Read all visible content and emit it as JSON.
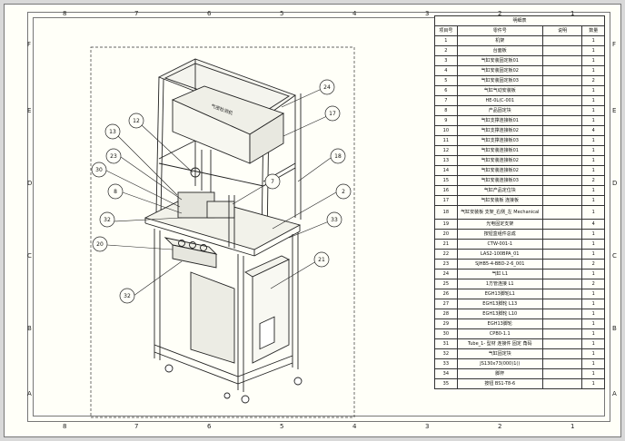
{
  "sheet": {
    "top_zones": [
      "8",
      "7",
      "6",
      "5",
      "4",
      "3",
      "2",
      "1"
    ],
    "bottom_zones": [
      "8",
      "7",
      "6",
      "5",
      "4",
      "3",
      "2",
      "1"
    ],
    "left_zones": [
      "F",
      "E",
      "D",
      "C",
      "B",
      "A"
    ],
    "right_zones": [
      "F",
      "E",
      "D",
      "C",
      "B",
      "A"
    ]
  },
  "bom": {
    "title": "明细表",
    "headers": {
      "no": "项目号",
      "name": "零件号",
      "desc": "说明",
      "qty": "数量"
    },
    "rows": [
      {
        "no": "1",
        "name": "机架",
        "desc": "",
        "qty": "1"
      },
      {
        "no": "2",
        "name": "台面板",
        "desc": "",
        "qty": "1"
      },
      {
        "no": "3",
        "name": "气缸安装固定板01",
        "desc": "",
        "qty": "1"
      },
      {
        "no": "4",
        "name": "气缸安装固定板02",
        "desc": "",
        "qty": "1"
      },
      {
        "no": "5",
        "name": "气缸安装固定板03",
        "desc": "",
        "qty": "2"
      },
      {
        "no": "6",
        "name": "气缸气动安装板",
        "desc": "",
        "qty": "1"
      },
      {
        "no": "7",
        "name": "HE-0L(C-001",
        "desc": "",
        "qty": "1"
      },
      {
        "no": "8",
        "name": "产品固定块",
        "desc": "",
        "qty": "1"
      },
      {
        "no": "9",
        "name": "气缸支撑连接板01",
        "desc": "",
        "qty": "1"
      },
      {
        "no": "10",
        "name": "气缸支撑连接板02",
        "desc": "",
        "qty": "4"
      },
      {
        "no": "11",
        "name": "气缸支撑连接板03",
        "desc": "",
        "qty": "1"
      },
      {
        "no": "12",
        "name": "气缸安装连接板01",
        "desc": "",
        "qty": "1"
      },
      {
        "no": "13",
        "name": "气缸安装连接板02",
        "desc": "",
        "qty": "1"
      },
      {
        "no": "14",
        "name": "气缸安装连接板02",
        "desc": "",
        "qty": "1"
      },
      {
        "no": "15",
        "name": "气缸安装连接板03",
        "desc": "",
        "qty": "2"
      },
      {
        "no": "16",
        "name": "气缸产品定位块",
        "desc": "",
        "qty": "1"
      },
      {
        "no": "17",
        "name": "气缸安装板 连接板",
        "desc": "",
        "qty": "1"
      },
      {
        "no": "18",
        "name": "气缸安装板 支架_右侧_左 Mechanical",
        "desc": "",
        "qty": "1"
      },
      {
        "no": "19",
        "name": "光电固定支架",
        "desc": "",
        "qty": "4"
      },
      {
        "no": "20",
        "name": "按钮盒组件总成",
        "desc": "",
        "qty": "1"
      },
      {
        "no": "21",
        "name": "CTW-001-1",
        "desc": "",
        "qty": "1"
      },
      {
        "no": "22",
        "name": "LAS2-100BPA_01",
        "desc": "",
        "qty": "1"
      },
      {
        "no": "23",
        "name": "SJHB5-4-BBD-2-6_001",
        "desc": "",
        "qty": "2"
      },
      {
        "no": "24",
        "name": "气缸 L1",
        "desc": "",
        "qty": "1"
      },
      {
        "no": "25",
        "name": "1方管连接 L1",
        "desc": "",
        "qty": "2"
      },
      {
        "no": "26",
        "name": "EGH13脚轮L1",
        "desc": "",
        "qty": "1"
      },
      {
        "no": "27",
        "name": "EGH13脚轮 L13",
        "desc": "",
        "qty": "1"
      },
      {
        "no": "28",
        "name": "EGH13脚轮 L10",
        "desc": "",
        "qty": "1"
      },
      {
        "no": "29",
        "name": "EGH13脚轮",
        "desc": "",
        "qty": "1"
      },
      {
        "no": "30",
        "name": "CPB0-1.1",
        "desc": "",
        "qty": "1"
      },
      {
        "no": "31",
        "name": "Tube_1- 型材 连接件 固定 角码",
        "desc": "",
        "qty": "1"
      },
      {
        "no": "32",
        "name": "气缸固定块",
        "desc": "",
        "qty": "1"
      },
      {
        "no": "33",
        "name": "JS130x73(000)1()",
        "desc": "",
        "qty": "1"
      },
      {
        "no": "34",
        "name": "脚杯",
        "desc": "",
        "qty": "1"
      },
      {
        "no": "35",
        "name": "按钮 BS1-T8-6",
        "desc": "",
        "qty": "1"
      }
    ]
  },
  "machine": {
    "label_plate": "气密检测机"
  },
  "balloons": [
    "24",
    "17",
    "12",
    "13",
    "23",
    "30",
    "8",
    "18",
    "7",
    "2",
    "32",
    "33",
    "20",
    "21",
    "32"
  ]
}
